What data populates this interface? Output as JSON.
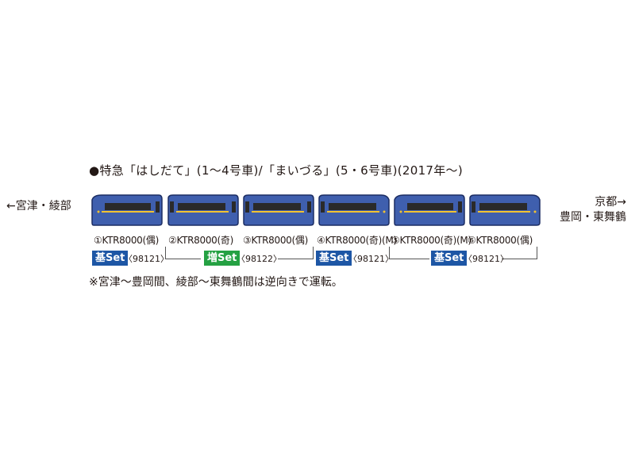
{
  "title": "●特急「はしだて」(1〜4号車)/「まいづる」(5・6号車)(2017年〜)",
  "direction_left": "←宮津・綾部",
  "direction_right": {
    "line1": "京都→",
    "line2": "豊岡・東舞鶴"
  },
  "colors": {
    "car_body": "#3f5fae",
    "car_outline": "#1c2d63",
    "window": "#2a2a2a",
    "stripe": "#f2c230",
    "base_set": "#1d56a5",
    "add_set": "#25a143"
  },
  "cars": [
    {
      "label": "①KTR8000(偶)"
    },
    {
      "label": "②KTR8000(奇)"
    },
    {
      "label": "③KTR8000(偶)"
    },
    {
      "label": "④KTR8000(奇)(M)"
    },
    {
      "label": "⑤KTR8000(奇)(M)"
    },
    {
      "label": "⑥KTR8000(偶)"
    }
  ],
  "sets": [
    {
      "badge": "基Set",
      "code": "〈98121〉",
      "kind": "base"
    },
    {
      "badge": "増Set",
      "code": "〈98122〉",
      "kind": "add"
    },
    {
      "badge": "基Set",
      "code": "〈98121〉",
      "kind": "base"
    },
    {
      "badge": "基Set",
      "code": "〈98121〉",
      "kind": "base"
    }
  ],
  "note": "※宮津〜豊岡間、綾部〜東舞鶴間は逆向きで運転。"
}
